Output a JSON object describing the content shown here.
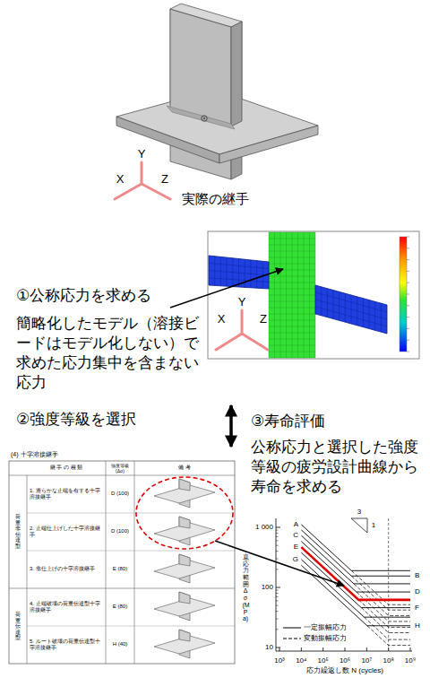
{
  "diagram": {
    "labels": [
      "Y",
      "X",
      "Z",
      "実際の継手",
      "①公称応力を求める",
      "簡略化したモデル（溶接ビードはモデル化しない）で求めた応力集中を含まない応力",
      "Y",
      "X",
      "Z",
      "②強度等級を選択",
      "③寿命評価",
      "公称応力と選択した強度等級の疲労設計曲線から寿命を求める",
      "(4) 十字溶接継手",
      "継 手 の 種 類",
      "強度等級 (Δσ)",
      "備 考",
      "荷重非伝達型",
      "荷重伝達型",
      "1. 滑らかな止端を有する十字溶接継手",
      "D (100)",
      "2. 止端仕上げした十字溶接継手",
      "D (100)",
      "3. 非仕上げの十字溶接継手",
      "E (80)",
      "4. 止端破壊の荷重伝達型十字溶接継手",
      "E (80)",
      "5. ルート破壊の荷重伝達型十字溶接継手",
      "H (40)",
      "1 000",
      "100",
      "10",
      "10³",
      "10⁴",
      "10⁵",
      "10⁶",
      "10⁷",
      "10⁸",
      "10⁹",
      "直応力範囲 Δσ (MPa)",
      "応力繰返し数 N (cycles)",
      "A",
      "C",
      "E",
      "G",
      "B",
      "D",
      "F",
      "H",
      "3",
      "1"
    ],
    "legend": [
      {
        "text": "一定振幅応力"
      },
      {
        "text": "変動振幅応力"
      }
    ]
  }
}
